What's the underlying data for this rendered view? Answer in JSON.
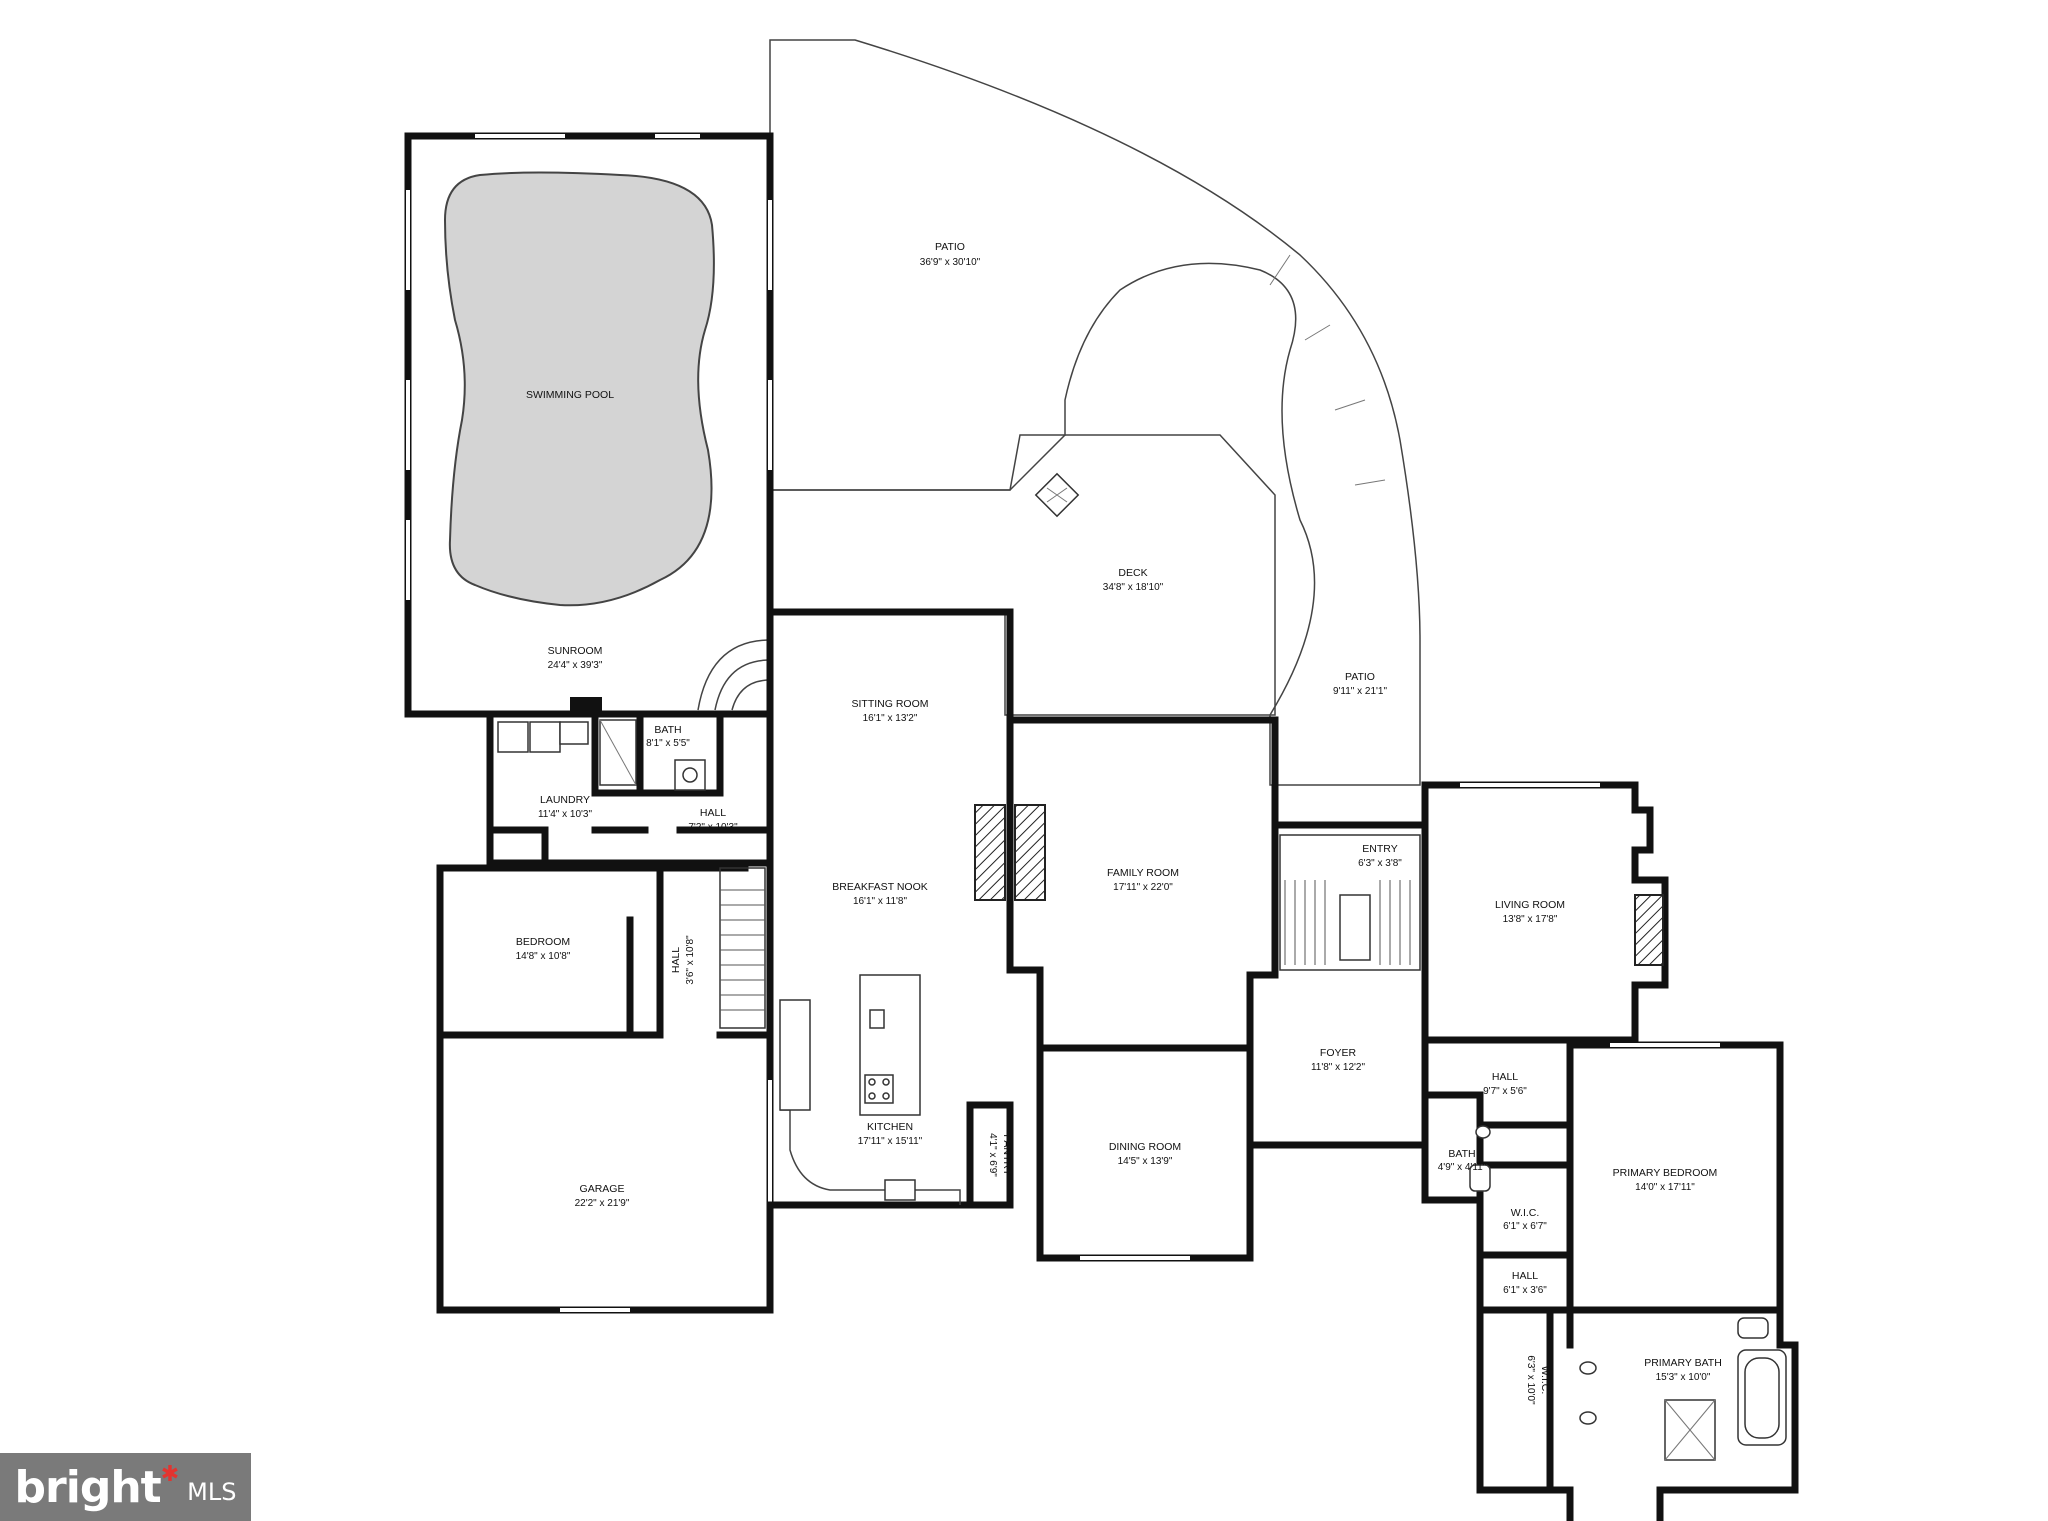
{
  "rooms": {
    "patio_top": {
      "name": "PATIO",
      "dims": "36'9\" x 30'10\""
    },
    "swimming_pool": {
      "name": "SWIMMING POOL"
    },
    "sunroom": {
      "name": "SUNROOM",
      "dims": "24'4\" x 39'3\""
    },
    "deck": {
      "name": "DECK",
      "dims": "34'8\" x 18'10\""
    },
    "patio_side": {
      "name": "PATIO",
      "dims": "9'11\" x 21'1\""
    },
    "sitting_room": {
      "name": "SITTING ROOM",
      "dims": "16'1\" x 13'2\""
    },
    "bath_1": {
      "name": "BATH",
      "dims": "8'1\" x 5'5\""
    },
    "laundry": {
      "name": "LAUNDRY",
      "dims": "11'4\" x 10'3\""
    },
    "hall_1": {
      "name": "HALL",
      "dims": "7'2\" x 10'3\""
    },
    "breakfast_nook": {
      "name": "BREAKFAST NOOK",
      "dims": "16'1\" x 11'8\""
    },
    "family_room": {
      "name": "FAMILY ROOM",
      "dims": "17'11\" x 22'0\""
    },
    "entry": {
      "name": "ENTRY",
      "dims": "6'3\" x 3'8\""
    },
    "living_room": {
      "name": "LIVING ROOM",
      "dims": "13'8\" x 17'8\""
    },
    "bedroom": {
      "name": "BEDROOM",
      "dims": "14'8\" x 10'8\""
    },
    "hall_2": {
      "name": "HALL",
      "dims": "3'6\" x 10'8\""
    },
    "foyer": {
      "name": "FOYER",
      "dims": "11'8\" x 12'2\""
    },
    "hall_3": {
      "name": "HALL",
      "dims": "9'7\" x 5'6\""
    },
    "garage": {
      "name": "GARAGE",
      "dims": "22'2\" x 21'9\""
    },
    "kitchen": {
      "name": "KITCHEN",
      "dims": "17'11\" x 15'11\""
    },
    "pantry": {
      "name": "PANTRY",
      "dims": "4'1\" x 6'9\""
    },
    "dining_room": {
      "name": "DINING ROOM",
      "dims": "14'5\" x 13'9\""
    },
    "bath_2": {
      "name": "BATH",
      "dims": "4'9\" x 4'11\""
    },
    "primary_bedroom": {
      "name": "PRIMARY BEDROOM",
      "dims": "14'0\" x 17'11\""
    },
    "wic_1": {
      "name": "W.I.C.",
      "dims": "6'1\" x 6'7\""
    },
    "hall_4": {
      "name": "HALL",
      "dims": "6'1\" x 3'6\""
    },
    "wic_2": {
      "name": "W.I.C.",
      "dims": "6'3\" x 10'0\""
    },
    "primary_bath": {
      "name": "PRIMARY BATH",
      "dims": "15'3\" x 10'0\""
    }
  },
  "watermark": {
    "word": "bright",
    "suffix": "MLS"
  },
  "colors": {
    "wall": "#111111",
    "pool": "#d4d4d4",
    "watermark_bg": "#7a7a7a",
    "watermark_accent": "#e3342f"
  }
}
